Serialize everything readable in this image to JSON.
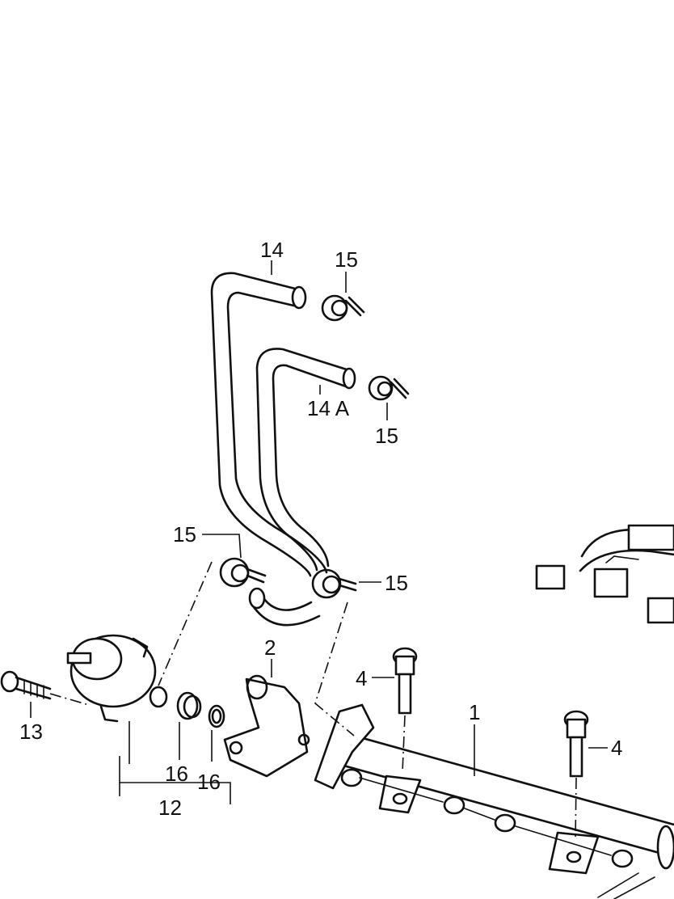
{
  "diagram": {
    "callouts": [
      {
        "key": "c14",
        "text": "14"
      },
      {
        "key": "c15a",
        "text": "15"
      },
      {
        "key": "c14a",
        "text": "14 A"
      },
      {
        "key": "c15b",
        "text": "15"
      },
      {
        "key": "c15c",
        "text": "15"
      },
      {
        "key": "c15d",
        "text": "15"
      },
      {
        "key": "c2",
        "text": "2"
      },
      {
        "key": "c4a",
        "text": "4"
      },
      {
        "key": "c1",
        "text": "1"
      },
      {
        "key": "c4b",
        "text": "4"
      },
      {
        "key": "c13",
        "text": "13"
      },
      {
        "key": "c16a",
        "text": "16"
      },
      {
        "key": "c16b",
        "text": "16"
      },
      {
        "key": "c12",
        "text": "12"
      }
    ]
  }
}
